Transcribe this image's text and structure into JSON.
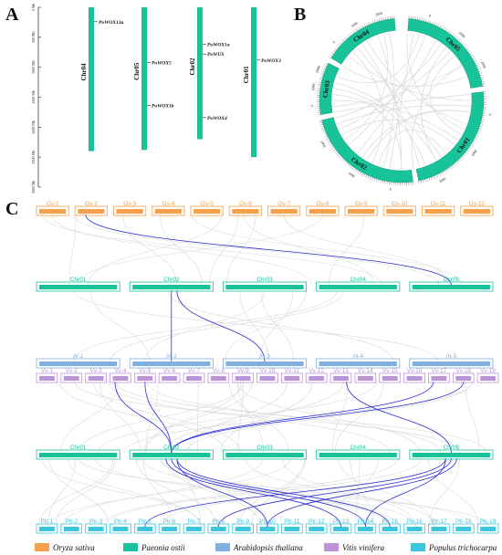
{
  "panels": {
    "a": "A",
    "b": "B",
    "c": "C"
  },
  "colors": {
    "oryza": "#f5a04a",
    "paeonia": "#19c39a",
    "arabidopsis": "#7fb0e0",
    "vitis": "#bb93d8",
    "populus": "#3cc5dc",
    "link_highlight": "#2a2ad6",
    "link_bg": "#d9d9d9"
  },
  "panelA": {
    "ticks": [
      "0 Mb",
      "500 Mb",
      "1000 Mb",
      "1500 Mb",
      "2000 Mb",
      "2500 Mb",
      "3000 Mb"
    ],
    "chromosomes": [
      {
        "name": "Chr04",
        "length": 2400,
        "genes": [
          {
            "name": "PoWOX13a",
            "pos": 240
          }
        ]
      },
      {
        "name": "Chr05",
        "length": 2380,
        "genes": [
          {
            "name": "PoWOX5",
            "pos": 920
          },
          {
            "name": "PoWOX1b",
            "pos": 1640
          }
        ]
      },
      {
        "name": "Chr02",
        "length": 2200,
        "genes": [
          {
            "name": "PoWOX1a",
            "pos": 620
          },
          {
            "name": "PoWUS",
            "pos": 780
          },
          {
            "name": "PoWOX4",
            "pos": 1840
          }
        ]
      },
      {
        "name": "Chr01",
        "length": 2500,
        "genes": [
          {
            "name": "PoWOX3",
            "pos": 880
          }
        ]
      }
    ]
  },
  "panelB": {
    "chromosomes": [
      {
        "name": "Chr05",
        "start": 5,
        "end": 80
      },
      {
        "name": "Chr01",
        "start": 84,
        "end": 168
      },
      {
        "name": "Chr02",
        "start": 172,
        "end": 256
      },
      {
        "name": "Chr03",
        "start": 260,
        "end": 297
      },
      {
        "name": "Chr04",
        "start": 301,
        "end": 355
      }
    ],
    "tick_labels": [
      "0",
      "500",
      "1000",
      "1500",
      "2000",
      "2500"
    ]
  },
  "panelC": {
    "rows": {
      "oryza": [
        "Os-1",
        "Os-2",
        "Os-3",
        "Os-4",
        "Os-5",
        "Os-6",
        "Os-7",
        "Os-8",
        "Os-9",
        "Os-10",
        "Os-11",
        "Os-12"
      ],
      "paeonia": [
        "Chr01",
        "Chr02",
        "Chr03",
        "Chr04",
        "Chr05"
      ],
      "arabidopsis": [
        "At-1",
        "At-2",
        "At-3",
        "At-4",
        "At-5"
      ],
      "vitis": [
        "Vv-1",
        "Vv-2",
        "Vv-3",
        "Vv-4",
        "Vv-5",
        "Vv-6",
        "Vv-7",
        "Vv-8",
        "Vv-9",
        "Vv-10",
        "Vv-11",
        "Vv-12",
        "Vv-13",
        "Vv-14",
        "Vv-15",
        "Vv-16",
        "Vv-17",
        "Vv-18",
        "Vv-19"
      ],
      "populus": [
        "Ptr-1",
        "Ptr-2",
        "Ptr-3",
        "Ptr-4",
        "Ptr-5",
        "Ptr-6",
        "Ptr-7",
        "Ptr-8",
        "Ptr-9",
        "Ptr-10",
        "Ptr-11",
        "Ptr-12",
        "Ptr-13",
        "Ptr-14",
        "Ptr-15",
        "Ptr-16",
        "Ptr-17",
        "Ptr-18",
        "Ptr-19"
      ]
    },
    "legend": [
      {
        "label": "Oryza sativa",
        "color_key": "oryza"
      },
      {
        "label": "Paeonia ostii",
        "color_key": "paeonia"
      },
      {
        "label": "Arabidopsis thaliana",
        "color_key": "arabidopsis"
      },
      {
        "label": "Vitis vinifera",
        "color_key": "vitis"
      },
      {
        "label": "Populus trichocarpa",
        "color_key": "populus"
      }
    ]
  }
}
